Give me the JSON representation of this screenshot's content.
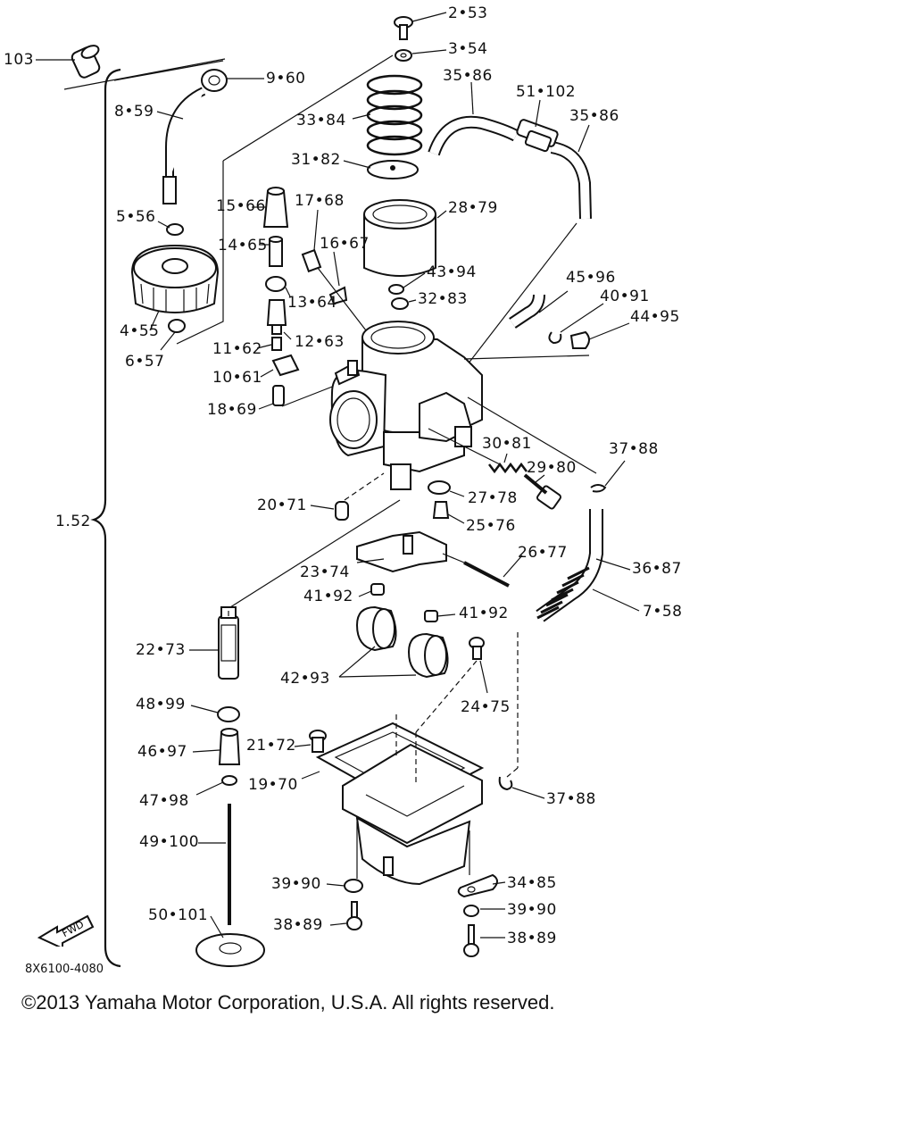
{
  "labels": {
    "p103": "103",
    "p2_53": "2•53",
    "p3_54": "3•54",
    "p9_60": "9•60",
    "p35_86a": "35•86",
    "p51_102": "51•102",
    "p35_86b": "35•86",
    "p8_59": "8•59",
    "p33_84": "33•84",
    "p31_82": "31•82",
    "p15_66": "15•66",
    "p17_68": "17•68",
    "p28_79": "28•79",
    "p5_56": "5•56",
    "p14_65": "14•65",
    "p16_67": "16•67",
    "p43_94": "43•94",
    "p32_83": "32•83",
    "p45_96": "45•96",
    "p40_91": "40•91",
    "p13_64": "13•64",
    "p44_95": "44•95",
    "p4_55": "4•55",
    "p6_57": "6•57",
    "p11_62": "11•62",
    "p12_63": "12•63",
    "p10_61": "10•61",
    "p18_69": "18•69",
    "p30_81": "30•81",
    "p37_88a": "37•88",
    "p29_80": "29•80",
    "p27_78": "27•78",
    "p20_71": "20•71",
    "p25_76": "25•76",
    "p1_52": "1.52",
    "p26_77": "26•77",
    "p36_87": "36•87",
    "p23_74": "23•74",
    "p41_92a": "41•92",
    "p41_92b": "41•92",
    "p7_58": "7•58",
    "p22_73": "22•73",
    "p42_93": "42•93",
    "p24_75": "24•75",
    "p48_99": "48•99",
    "p21_72": "21•72",
    "p46_97": "46•97",
    "p19_70": "19•70",
    "p47_98": "47•98",
    "p37_88b": "37•88",
    "p49_100": "49•100",
    "p39_90a": "39•90",
    "p34_85": "34•85",
    "p39_90b": "39•90",
    "p50_101": "50•101",
    "p38_89a": "38•89",
    "p38_89b": "38•89"
  },
  "diagram_code": "8X6100-4080",
  "fwd_mark": "FWD",
  "copyright": "©2013 Yamaha Motor Corporation, U.S.A. All rights reserved."
}
